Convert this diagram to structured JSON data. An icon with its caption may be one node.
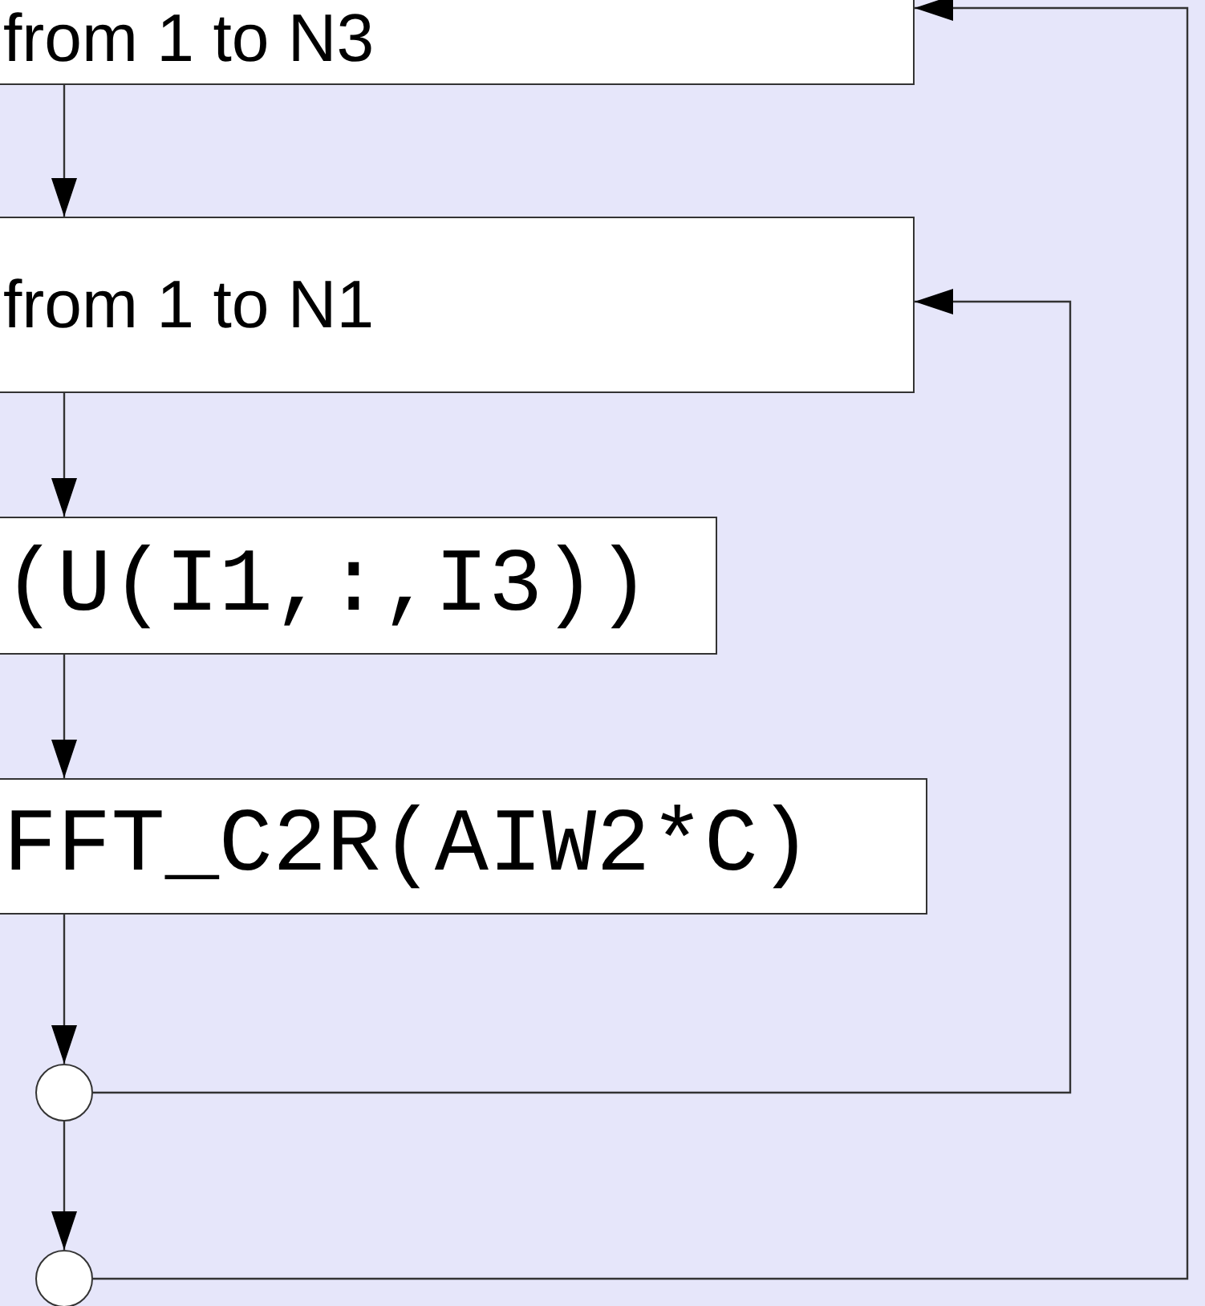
{
  "diagram": {
    "nodes": [
      {
        "text": [
          "from 1 to N3"
        ]
      },
      {
        "text": [
          "from 1 to N1"
        ]
      },
      {
        "text": [
          "(U(I1,:,I3))"
        ]
      },
      {
        "text": [
          "FFT_C2R(AIW2*C)"
        ]
      },
      {
        "text": [],
        "shape": "circle"
      },
      {
        "text": [],
        "shape": "circle"
      }
    ],
    "edges": [
      {
        "from": 0,
        "to": 1,
        "arrow": "to"
      },
      {
        "from": 1,
        "to": 2,
        "arrow": "to"
      },
      {
        "from": 2,
        "to": 3,
        "arrow": "to"
      },
      {
        "from": 3,
        "to": 4,
        "arrow": "to"
      },
      {
        "from": 4,
        "to": 5,
        "arrow": "to"
      },
      {
        "from": 4,
        "to": 1,
        "arrow": "to"
      },
      {
        "from": 5,
        "to": 0,
        "arrow": "to"
      }
    ]
  }
}
